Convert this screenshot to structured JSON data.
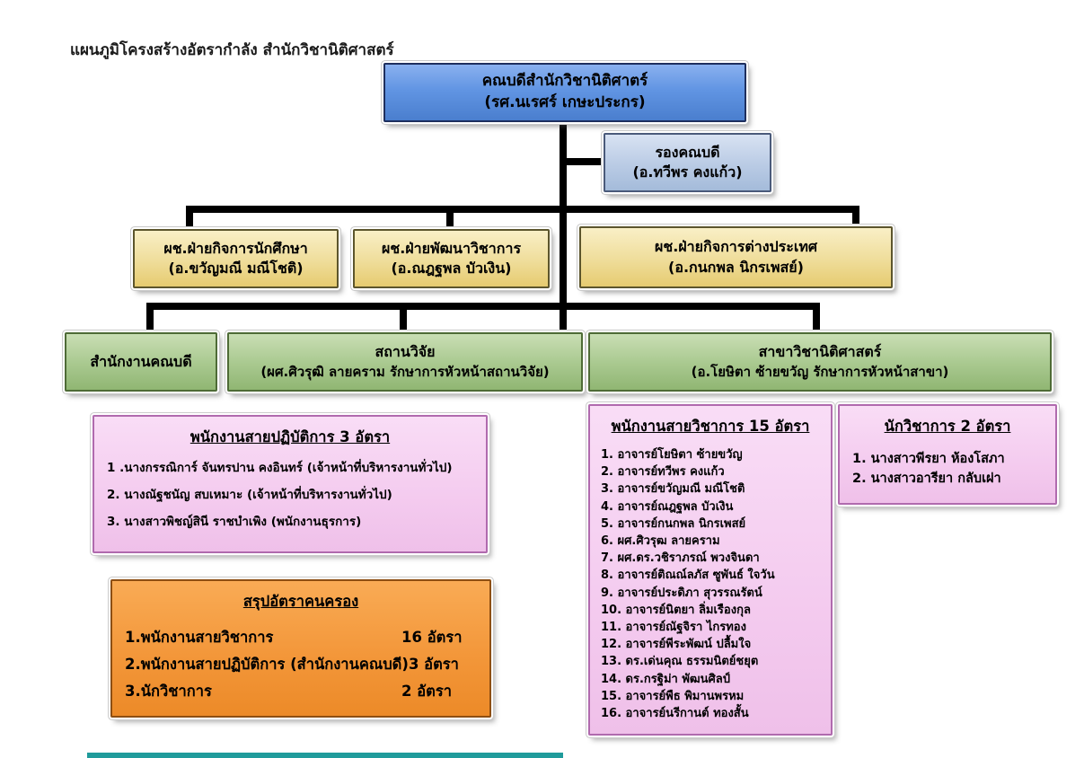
{
  "page": {
    "title": "แผนภูมิโครงสร้างอัตรากำลัง สำนักวิชานิติศาสตร์"
  },
  "org": {
    "dean": {
      "line1": "คณบดีสำนักวิชานิติศาตร์",
      "line2": "(รศ.นเรศร์ เกษะประกร)"
    },
    "deputy_dean": {
      "line1": "รองคณบดี",
      "line2": "(อ.ทวีพร คงแก้ว)"
    },
    "assistants": [
      {
        "line1": "ผช.ฝ่ายกิจการนักศึกษา",
        "line2": "(อ.ขวัญมณี มณีโชติ)"
      },
      {
        "line1": "ผช.ฝ่ายพัฒนาวิชาการ",
        "line2": "(อ.ณฎฐพล บัวเงิน)"
      },
      {
        "line1": "ผช.ฝ่ายกิจการต่างประเทศ",
        "line2": "(อ.กนกพล นิกรเพสย์)"
      }
    ],
    "units": [
      {
        "line1": "สำนักงานคณบดี",
        "line2": ""
      },
      {
        "line1": "สถานวิจัย",
        "line2": "(ผศ.ศิวรุฒิ ลายคราม รักษาการหัวหน้าสถานวิจัย)"
      },
      {
        "line1": "สาขาวิชานิติศาสตร์",
        "line2": "(อ.โยษิตา ซ้ายขวัญ รักษาการหัวหน้าสาขา)"
      }
    ]
  },
  "operational_staff": {
    "title": "พนักงานสายปฏิบัติการ 3 อัตรา",
    "items": [
      "1 .นางกรรณิการ์ จันทรปาน คงอินทร์ (เจ้าหน้าที่บริหารงานทั่วไป)",
      "2. นางณัฐชนัญ สบเหมาะ (เจ้าหน้าที่บริหารงานทั่วไป)",
      "3. นางสาวพิชญ์สินี ราชบำเพิง (พนักงานธุรการ)"
    ]
  },
  "academic_staff": {
    "title": "พนักงานสายวิชาการ 15 อัตรา",
    "items": [
      "1. อาจารย์โยษิตา ซ้ายขวัญ",
      "2. อาจารย์ทวีพร คงแก้ว",
      "3. อาจารย์ขวัญมณี มณีโชติ",
      "4. อาจารย์ณฎฐพล บัวเงิน",
      "5. อาจารย์กนกพล นิกรเพสย์",
      "6. ผศ.ศิวรุฒ ลายคราม",
      "7. ผศ.ดร.วชิราภรณ์ พวงจินดา",
      "8. อาจารย์ติณณ์ลภัส ซูพันธ์ ใจวัน",
      "9. อาจารย์ประดิภา สุวรรณรัตน์",
      "10. อาจารย์นิตยา ลิ่มเรืองกุล",
      "11. อาจารย์ณัฐจิรา ไกรทอง",
      "12. อาจารย์พีระพัฒน์ ปลื้มใจ",
      "13. ดร.เด่นคุณ ธรรมนิตย์ชยุต",
      "14. ดร.กรฐิม่า พัฒนศิลป์",
      "15. อาจารย์พืธ พิมานพรหม",
      "16. อาจารย์นรีกานต์ ทองสั้น"
    ]
  },
  "academic_officers": {
    "title": "นักวิชาการ 2 อัตรา",
    "items": [
      "1. นางสาวพีรยา ห้องโสภา",
      "2. นางสาวอารียา กลับเผ่า"
    ]
  },
  "summary": {
    "title": "สรุปอัตราคนครอง",
    "rows": [
      {
        "label": "1.พนักงานสายวิชาการ",
        "value": "16 อัตรา"
      },
      {
        "label": "2.พนักงานสายปฏิบัติการ (สำนักงานคณบดี)",
        "value": "3 อัตรา"
      },
      {
        "label": "3.นักวิชาการ",
        "value": "2 อัตรา"
      }
    ]
  },
  "colors": {
    "dean_box": "#6195e3",
    "deputy_box": "#bccde6",
    "assistant_box": "#efdd9a",
    "unit_box": "#a8c88e",
    "staff_panel": "#f4cbef",
    "summary_panel": "#f3973a",
    "connector": "#000000",
    "bottom_strip": "#1f9b9b"
  }
}
